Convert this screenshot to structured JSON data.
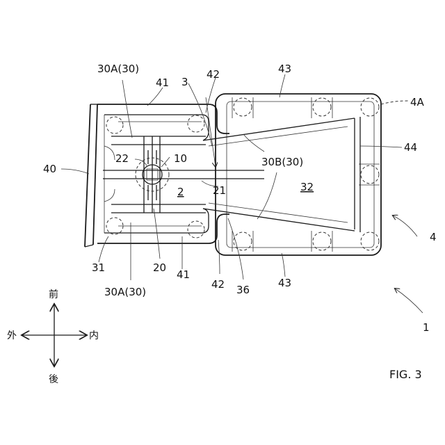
{
  "figure": {
    "caption": "FIG. 3",
    "labels": {
      "r30A_top": "30A(30)",
      "r41_top": "41",
      "r3": "3",
      "r42_top": "42",
      "r43_top": "43",
      "r4A": "4A",
      "r22": "22",
      "r10": "10",
      "r30B": "30B(30)",
      "r44": "44",
      "r40": "40",
      "r2": "2",
      "r21": "21",
      "r32": "32",
      "r4": "4",
      "r31": "31",
      "r20": "20",
      "r41_bot": "41",
      "r42_bot": "42",
      "r36": "36",
      "r43_bot": "43",
      "r30A_bot": "30A(30)",
      "r1": "1"
    },
    "directions": {
      "front": "前",
      "rear": "後",
      "outer": "外",
      "inner": "内"
    }
  }
}
